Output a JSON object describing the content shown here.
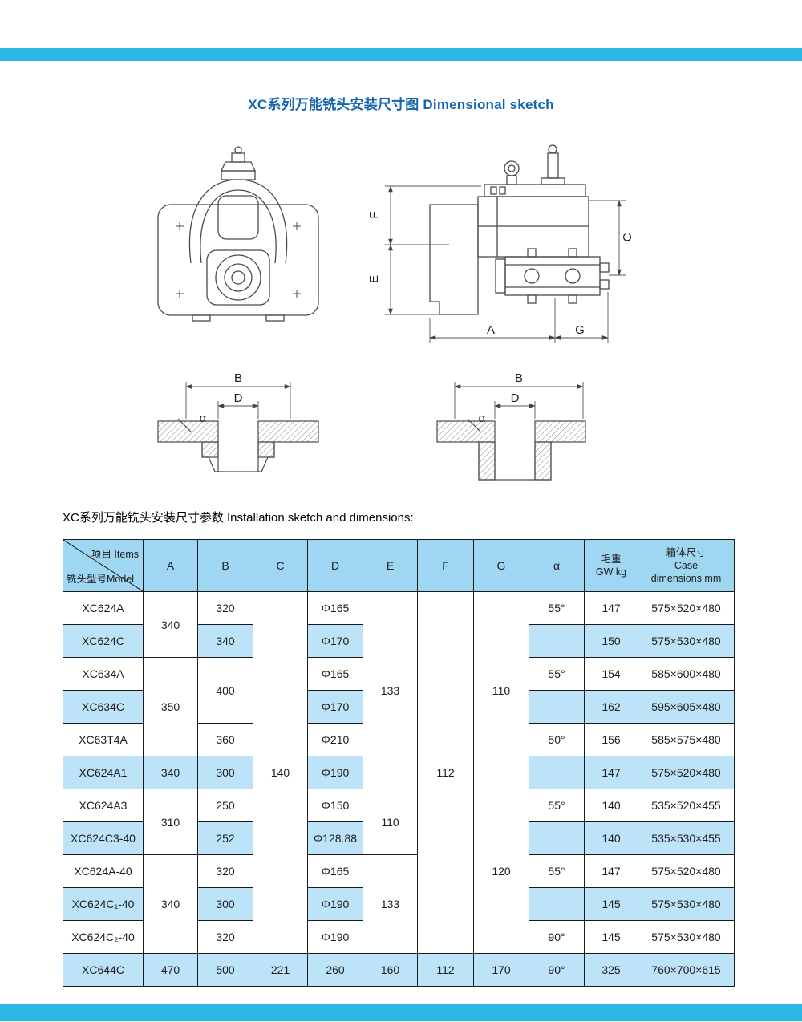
{
  "page": {
    "title": "XC系列万能铣头安装尺寸图 Dimensional sketch",
    "section_label": "XC系列万能铣头安装尺寸参数 Installation sketch and dimensions:",
    "accent_color": "#2eb8e6",
    "title_color": "#1464ae",
    "header_bg": "#9fd6f2",
    "alt_row_bg": "#bce3f8"
  },
  "drawings": {
    "labels": {
      "A": "A",
      "B": "B",
      "C": "C",
      "D": "D",
      "E": "E",
      "F": "F",
      "G": "G",
      "alpha": "α"
    }
  },
  "table": {
    "header": {
      "items": "项目 Items",
      "model": "铣头型号Model",
      "col_a": "A",
      "col_b": "B",
      "col_c": "C",
      "col_d": "D",
      "col_e": "E",
      "col_f": "F",
      "col_g": "G",
      "col_alpha": "α",
      "gw_line1": "毛重",
      "gw_line2": "GW kg",
      "case_line1": "箱体尺寸",
      "case_line2": "Case",
      "case_line3": "dimensions mm"
    },
    "cells": {
      "model": [
        "XC624A",
        "XC624C",
        "XC634A",
        "XC634C",
        "XC63T4A",
        "XC624A1",
        "XC624A3",
        "XC624C3-40",
        "XC624A-40",
        "XC624C₁-40",
        "XC624C₂-40",
        "XC644C"
      ],
      "A": {
        "r1_2": "340",
        "r3_5": "350",
        "r6": "340",
        "r7_8": "310",
        "r9_11": "340",
        "r12": "470"
      },
      "B": {
        "r1": "320",
        "r2": "340",
        "r3_4": "400",
        "r5": "360",
        "r6": "300",
        "r7": "250",
        "r8": "252",
        "r9": "320",
        "r10": "300",
        "r11": "320",
        "r12": "500"
      },
      "C": {
        "r1_11": "140",
        "r12": "221"
      },
      "D": {
        "r1": "Φ165",
        "r2": "Φ170",
        "r3": "Φ165",
        "r4": "Φ170",
        "r5": "Φ210",
        "r6": "Φ190",
        "r7": "Φ150",
        "r8": "Φ128.88",
        "r9": "Φ165",
        "r10": "Φ190",
        "r11": "Φ190",
        "r12": "260"
      },
      "E": {
        "r1_6": "133",
        "r7_8": "110",
        "r9_11": "133",
        "r12": "160"
      },
      "F": {
        "r1_11": "112",
        "r12": "112"
      },
      "G": {
        "r1_6": "110",
        "r7_11": "120",
        "r12": "170"
      },
      "alpha": {
        "r1": "55°",
        "r3": "55°",
        "r5": "50°",
        "r7": "55°",
        "r9": "55°",
        "r11": "90°",
        "r12": "90°"
      },
      "GW": [
        "147",
        "150",
        "154",
        "162",
        "156",
        "147",
        "140",
        "140",
        "147",
        "145",
        "145",
        "325"
      ],
      "case": [
        "575×520×480",
        "575×530×480",
        "585×600×480",
        "595×605×480",
        "585×575×480",
        "575×520×480",
        "535×520×455",
        "535×530×455",
        "575×520×480",
        "575×530×480",
        "575×530×480",
        "760×700×615"
      ]
    }
  }
}
